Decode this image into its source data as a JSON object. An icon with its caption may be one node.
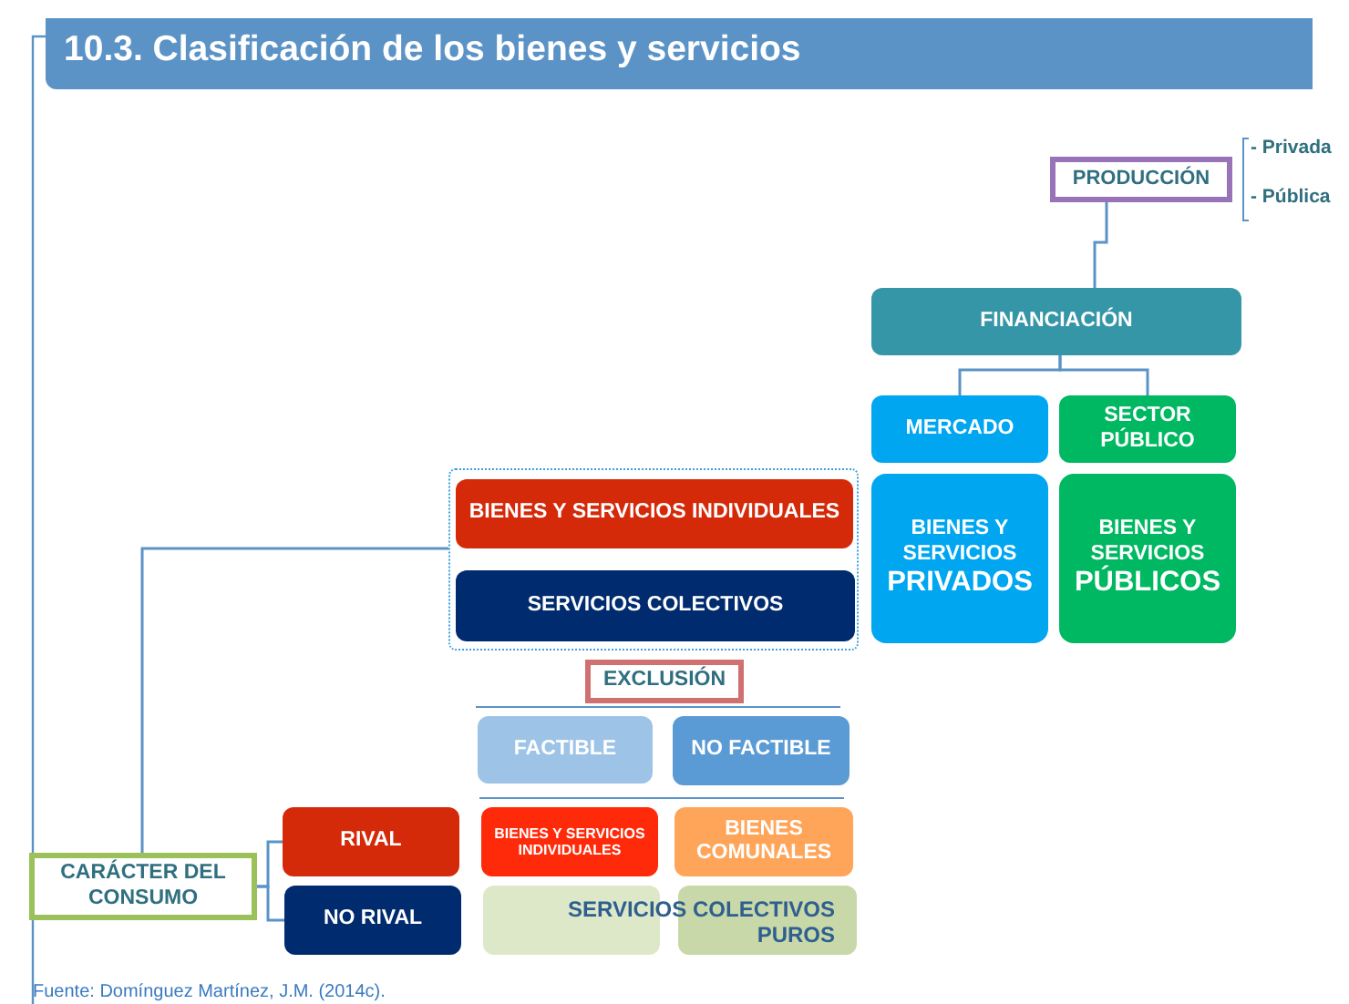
{
  "diagram": {
    "title": "10.3. Clasificación de los bienes y servicios",
    "caption": "Fuente: Domínguez Martínez, J.M. (2014c).",
    "nodes": [
      {
        "text": [
          "PRODUCCIÓN"
        ],
        "beside": [
          "- Privada",
          "- Pública"
        ]
      },
      {
        "text": [
          "FINANCIACIÓN"
        ]
      },
      {
        "text": [
          "MERCADO"
        ]
      },
      {
        "text": [
          "SECTOR PÚBLICO"
        ]
      },
      {
        "text": [
          "BIENES Y SERVICIOS",
          "PRIVADOS"
        ]
      },
      {
        "text": [
          "BIENES Y SERVICIOS",
          "PÚBLICOS"
        ]
      },
      {
        "text": [],
        "shape": "box"
      },
      {
        "text": [
          "BIENES Y SERVICIOS INDIVIDUALES"
        ],
        "in": 6
      },
      {
        "text": [
          "SERVICIOS COLECTIVOS"
        ],
        "in": 6
      },
      {
        "text": [
          "EXCLUSIÓN"
        ]
      },
      {
        "text": [
          "FACTIBLE"
        ]
      },
      {
        "text": [
          "NO FACTIBLE"
        ]
      },
      {
        "text": [
          "CARÁCTER DEL CONSUMO"
        ]
      },
      {
        "text": [
          "RIVAL"
        ]
      },
      {
        "text": [
          "NO RIVAL"
        ]
      },
      {
        "text": [
          "BIENES Y SERVICIOS INDIVIDUALES"
        ]
      },
      {
        "text": [
          "BIENES COMUNALES"
        ]
      },
      {
        "text": [],
        "shape": "box"
      },
      {
        "text": [],
        "shape": "box"
      }
    ],
    "edges": [
      {
        "from": 0,
        "to": 1,
        "arrow": "none"
      },
      {
        "from": 1,
        "to": 2,
        "arrow": "none"
      },
      {
        "from": 1,
        "to": 3,
        "arrow": "none"
      },
      {
        "from": 12,
        "to": 6,
        "arrow": "none"
      },
      {
        "from": 12,
        "to": 13,
        "arrow": "none"
      },
      {
        "from": 12,
        "to": 14,
        "arrow": "none"
      }
    ],
    "labels": [
      "SERVICIOS COLECTIVOS PUROS"
    ]
  }
}
